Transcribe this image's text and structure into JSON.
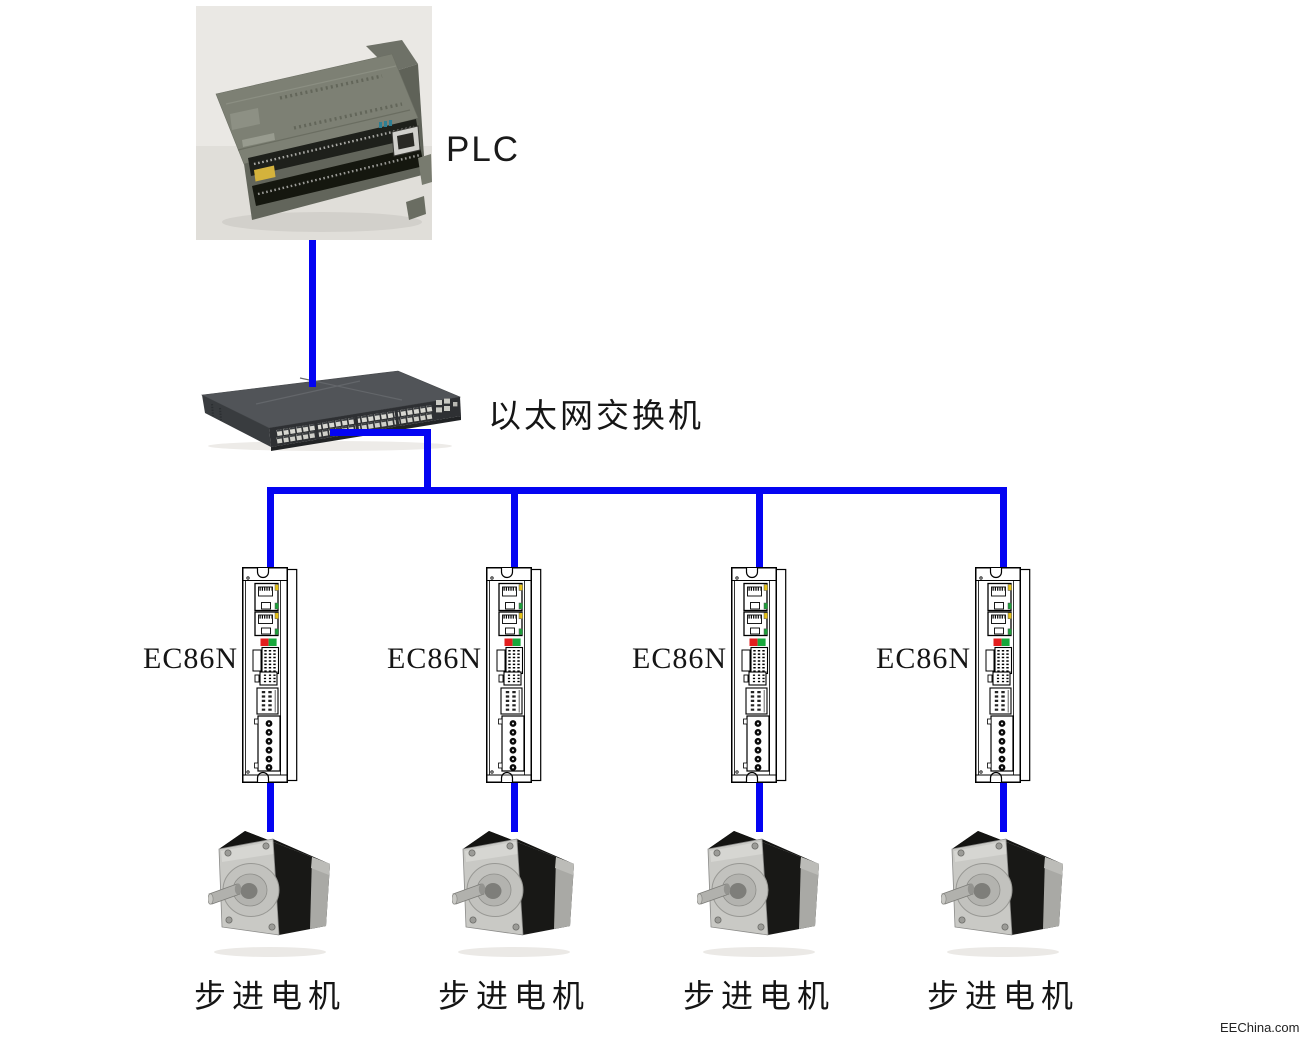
{
  "page": {
    "background": "#ffffff",
    "watermark": "EEChina.com"
  },
  "diagram": {
    "wire_color": "#0404f2",
    "plc": {
      "label": "PLC",
      "image": "plc-photo"
    },
    "ethernet_switch": {
      "label": "以太网交换机",
      "image": "ethernet-switch-photo"
    },
    "drivers": [
      {
        "label": "EC86N",
        "image": "stepper-driver-illustration"
      },
      {
        "label": "EC86N",
        "image": "stepper-driver-illustration"
      },
      {
        "label": "EC86N",
        "image": "stepper-driver-illustration"
      },
      {
        "label": "EC86N",
        "image": "stepper-driver-illustration"
      }
    ],
    "motors": [
      {
        "label": "步进电机",
        "image": "stepper-motor-photo"
      },
      {
        "label": "步进电机",
        "image": "stepper-motor-photo"
      },
      {
        "label": "步进电机",
        "image": "stepper-motor-photo"
      },
      {
        "label": "步进电机",
        "image": "stepper-motor-photo"
      }
    ]
  }
}
